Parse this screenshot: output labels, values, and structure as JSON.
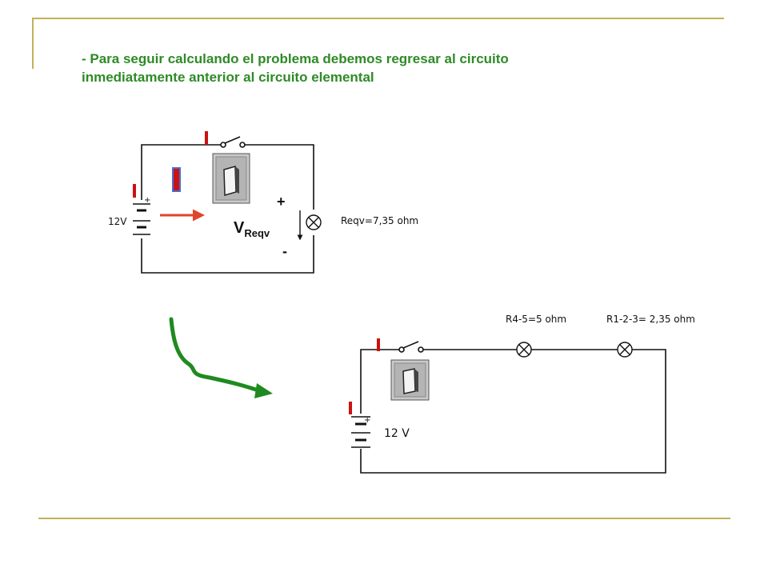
{
  "heading": {
    "line1": "- Para seguir calculando el problema debemos regresar al circuito",
    "line2": "inmediatamente anterior al circuito elemental"
  },
  "circuit_top": {
    "battery_label": "12V",
    "battery_plus": "+",
    "plus_sign": "+",
    "minus_sign": "-",
    "voltage_label": "V",
    "voltage_subscript": "Reqv",
    "resistor_label": "Reqv=7,35 ohm"
  },
  "circuit_bottom": {
    "battery_label": "12 V",
    "battery_plus": "+",
    "lamp1_label": "R4-5=5 ohm",
    "lamp2_label": "R1-2-3= 2,35 ohm"
  },
  "colors": {
    "heading": "#2e8b26",
    "frame": "#c2b15a",
    "red_arrow": "#e0452a",
    "green_arrow": "#1f8a1f",
    "marker": "#cc1111"
  },
  "icons": [
    "switch-icon",
    "lamp-icon",
    "battery-icon",
    "marker-icon",
    "arrow-icon",
    "toggle-switch-icon"
  ]
}
